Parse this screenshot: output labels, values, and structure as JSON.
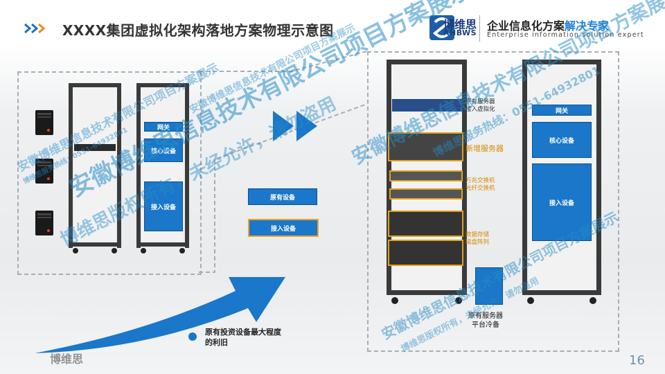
{
  "header": {
    "title": "XXXX集团虚拟化架构落地方案物理示意图",
    "logo_cn": "博维思",
    "logo_en": "AHBWS",
    "slogan_prefix": "企业信息化方案",
    "slogan_highlight": "解决专家",
    "slogan_en": "Enterprise information solution expert"
  },
  "left_racks": {
    "rack2_labels": [
      "网关",
      "核心设备",
      "接入设备"
    ]
  },
  "middle": {
    "box_top": "原有设备",
    "box_bottom": "接入设备"
  },
  "main_rack": {
    "server_label": "原有服务器\n接入虚拟化",
    "new_server_label": "新增服务器",
    "switch_label": "万兆交换机\n光纤交换机",
    "storage_label": "数据存储\n磁盘阵列"
  },
  "right_rack": {
    "labels": [
      "网关",
      "核心设备",
      "接入设备"
    ]
  },
  "cold_backup": {
    "label": "原有服务器\n平台冷备"
  },
  "legend": {
    "text": "原有投资设备最大程度\n的利旧"
  },
  "watermarks": {
    "company": "安徽博维思信息技术有限公司项目方案展示",
    "copyright": "博维思版权所有，未经允许，请勿盗用",
    "hotline": "博维思服务热线：0551-64932801",
    "short": "博维思"
  },
  "page_number": "16",
  "colors": {
    "accent_blue": "#1a77c9",
    "orange": "#e0a11a",
    "title_dark": "#333333"
  }
}
